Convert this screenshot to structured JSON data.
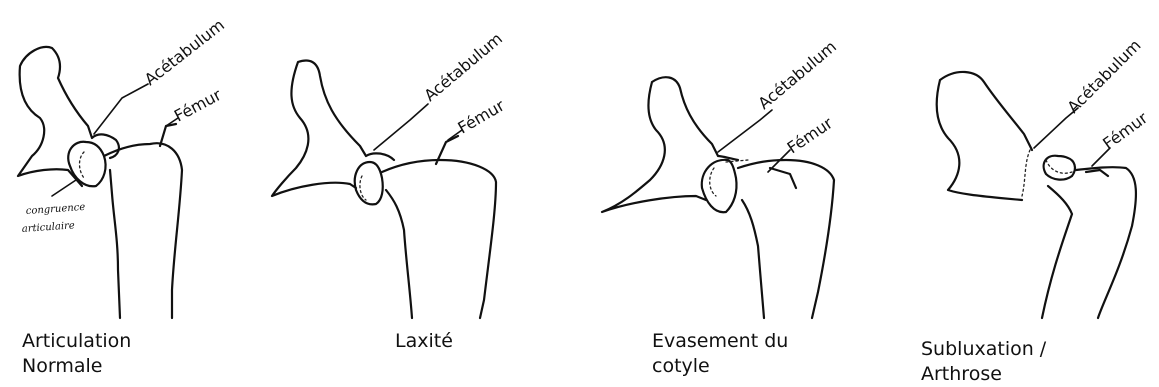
{
  "panels": [
    {
      "label_acetabulum": "Acétabulum",
      "label_femur": "Fémur",
      "handwritten_note_1": "congruence",
      "handwritten_note_2": "articulaire",
      "caption_line1": "Articulation",
      "caption_line2": "Normale"
    },
    {
      "label_acetabulum": "Acétabulum",
      "label_femur": "Fémur",
      "caption_line1": "Laxité",
      "caption_line2": ""
    },
    {
      "label_acetabulum": "Acétabulum",
      "label_femur": "Fémur",
      "caption_line1": "Evasement du",
      "caption_line2": "cotyle"
    },
    {
      "label_acetabulum": "Acétabulum",
      "label_femur": "Fémur",
      "caption_line1": "Subluxation /",
      "caption_line2": "Arthrose"
    }
  ]
}
